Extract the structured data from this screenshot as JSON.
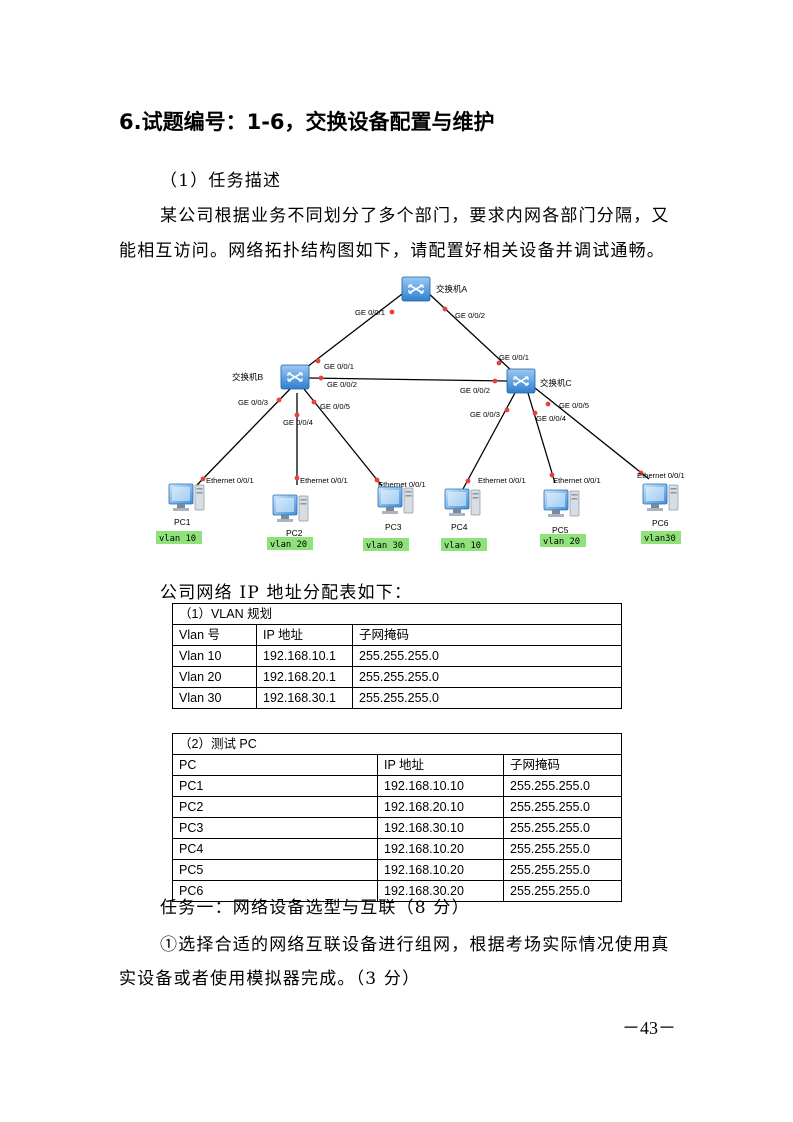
{
  "heading": "6.试题编号：1-6，交换设备配置与维护",
  "task_desc_title": "（1）任务描述",
  "para1_line1": "某公司根据业务不同划分了多个部门，要求内网各部门分隔，又",
  "para1_line2": "能相互访问。网络拓扑结构图如下，请配置好相关设备并调试通畅。",
  "topology": {
    "switches": {
      "A": "交换机A",
      "B": "交换机B",
      "C": "交换机C"
    },
    "ports": {
      "a_g1": "GE 0/0/1",
      "a_g2": "GE 0/0/2",
      "b_g1": "GE 0/0/1",
      "b_g2": "GE 0/0/2",
      "b_g3": "GE 0/0/3",
      "b_g4": "GE 0/0/4",
      "b_g5": "GE 0/0/5",
      "c_g1": "GE 0/0/1",
      "c_g2": "GE 0/0/2",
      "c_g3": "GE 0/0/3",
      "c_g4": "GE 0/0/4",
      "c_g5": "GE 0/0/5",
      "pc1_eth": "Ethernet 0/0/1",
      "pc2_eth": "Ethernet 0/0/1",
      "pc3_eth": "Ethernet 0/0/1",
      "pc4_eth": "Ethernet 0/0/1",
      "pc5_eth": "Ethernet 0/0/1",
      "pc6_eth": "Ethernet 0/0/1"
    },
    "pcs": [
      "PC1",
      "PC2",
      "PC3",
      "PC4",
      "PC5",
      "PC6"
    ],
    "vlans": [
      "vlan 10",
      "vlan 20",
      "vlan 30",
      "vlan 10",
      "vlan 20",
      "vlan30"
    ],
    "colors": {
      "link": "#000000",
      "port_dot": "#e8413c",
      "vlan_bg": "#8fe17a",
      "switch_blue": "#3d88d8"
    }
  },
  "ip_table_intro": "公司网络 IP 地址分配表如下：",
  "vlan_table": {
    "title": "（1）VLAN 规划",
    "headers": [
      "Vlan 号",
      "IP 地址",
      "子网掩码"
    ],
    "rows": [
      [
        "Vlan 10",
        "192.168.10.1",
        "255.255.255.0"
      ],
      [
        "Vlan 20",
        "192.168.20.1",
        "255.255.255.0"
      ],
      [
        "Vlan 30",
        "192.168.30.1",
        "255.255.255.0"
      ]
    ]
  },
  "pc_table": {
    "title": "（2）测试 PC",
    "headers": [
      "PC",
      "IP 地址",
      "子网掩码"
    ],
    "rows": [
      [
        "PC1",
        "192.168.10.10",
        "255.255.255.0"
      ],
      [
        "PC2",
        "192.168.20.10",
        "255.255.255.0"
      ],
      [
        "PC3",
        "192.168.30.10",
        "255.255.255.0"
      ],
      [
        "PC4",
        "192.168.10.20",
        "255.255.255.0"
      ],
      [
        "PC5",
        "192.168.10.20",
        "255.255.255.0"
      ],
      [
        "PC6",
        "192.168.30.20",
        "255.255.255.0"
      ]
    ]
  },
  "task1_title": "任务一：网络设备选型与互联（8 分）",
  "task1_line1": "①选择合适的网络互联设备进行组网，根据考场实际情况使用真",
  "task1_line2": "实设备或者使用模拟器完成。（3 分）",
  "page_number": "－43－"
}
